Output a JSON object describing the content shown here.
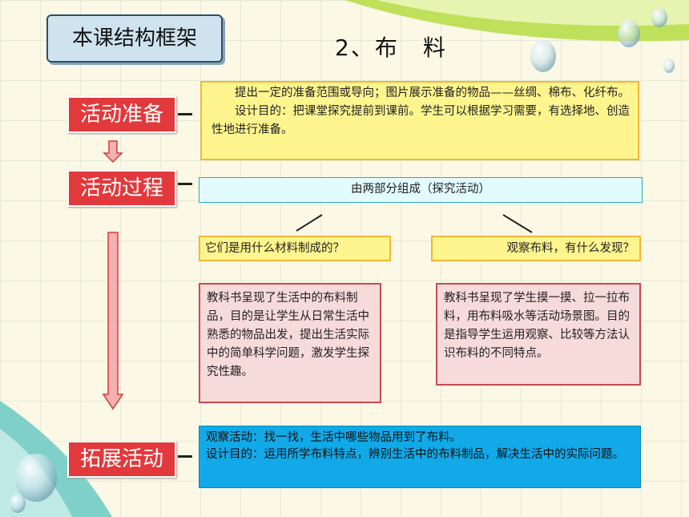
{
  "header": {
    "title": "本课结构框架",
    "subject": "2、布　料"
  },
  "stages": {
    "prepare": "活动准备",
    "process": "活动过程",
    "extend": "拓展活动"
  },
  "prepare_box": {
    "line1": "提出一定的准备范围或导向；图片展示准备的物品——丝绸、棉布、化纤布。",
    "line2": "设计目的：把课堂探究提前到课前。学生可以根据学习需要，有选择地、创造性地进行准备。"
  },
  "process_box": {
    "summary": "由两部分组成（探究活动）",
    "left_question": "它们是用什么材料制成的？",
    "right_question": "观察布料，有什么发现？",
    "left_detail": "教科书呈现了生活中的布料制品，目的是让学生从日常生活中熟悉的物品出发，提出生活实际中的简单科学问题，激发学生探究性趣。",
    "right_detail": "教科书呈现了学生摸一摸、拉一拉布料，用布料吸水等活动场景图。目的是指导学生运用观察、比较等方法认识布料的不同特点。"
  },
  "extend_box": {
    "line1": "观察活动：找一找，生活中哪些物品用到了布料。",
    "line2": "设计目的：运用所学布料特点，辨别生活中的布料制品，解决生活中的实际问题。"
  },
  "colors": {
    "stage_red": "#e2393c",
    "yellow_box": "#fff58e",
    "cyan_box": "#e2fbff",
    "pink_box": "#f7dada",
    "blue_box": "#12a9e8"
  }
}
